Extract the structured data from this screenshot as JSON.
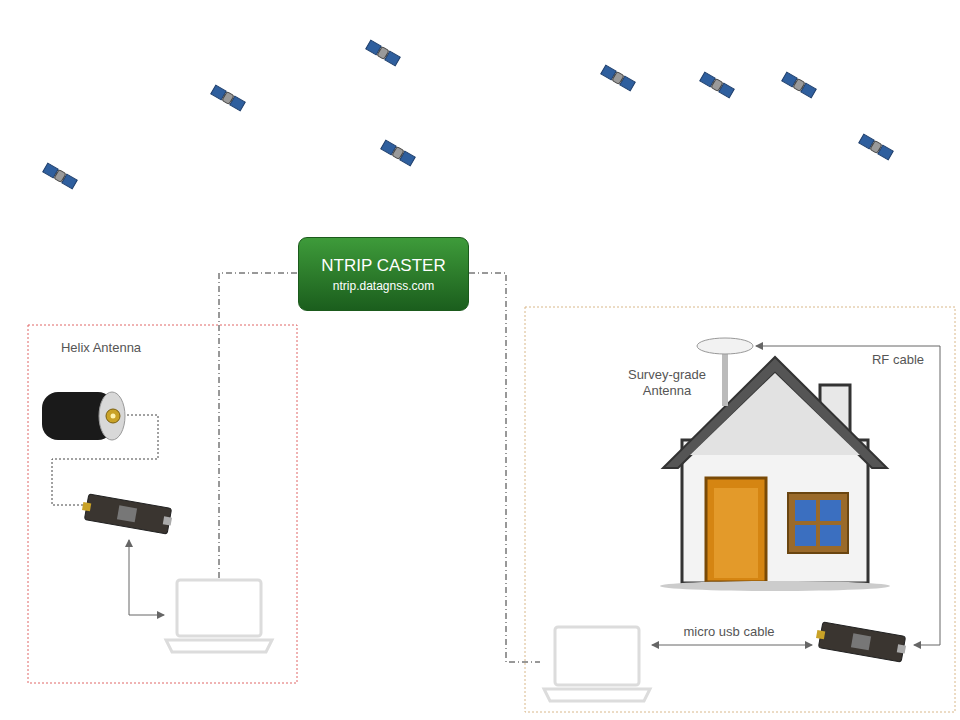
{
  "diagram": {
    "nodes": [
      {
        "text": [
          "NTRIP CASTER",
          "ntrip.datagnss.com"
        ]
      }
    ],
    "labels": [
      "Helix Antenna",
      "Survey-grade Antenna",
      "RF cable",
      "micro usb cable"
    ]
  }
}
